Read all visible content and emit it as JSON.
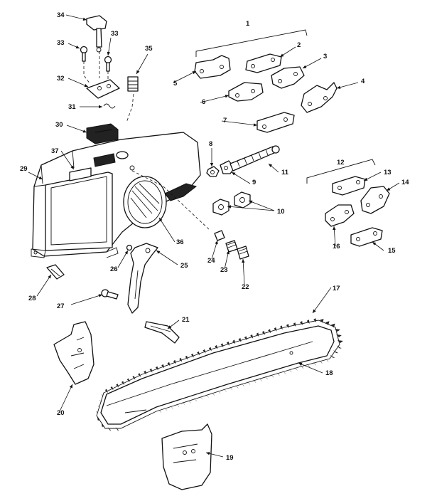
{
  "callouts": [
    {
      "id": "p1",
      "label": "1"
    },
    {
      "id": "p2",
      "label": "2"
    },
    {
      "id": "p3",
      "label": "3"
    },
    {
      "id": "p4",
      "label": "4"
    },
    {
      "id": "p5",
      "label": "5"
    },
    {
      "id": "p6",
      "label": "6"
    },
    {
      "id": "p7",
      "label": "7"
    },
    {
      "id": "p8",
      "label": "8"
    },
    {
      "id": "p9",
      "label": "9"
    },
    {
      "id": "p10",
      "label": "10"
    },
    {
      "id": "p11",
      "label": "11"
    },
    {
      "id": "p12",
      "label": "12"
    },
    {
      "id": "p13",
      "label": "13"
    },
    {
      "id": "p14",
      "label": "14"
    },
    {
      "id": "p15",
      "label": "15"
    },
    {
      "id": "p16",
      "label": "16"
    },
    {
      "id": "p17",
      "label": "17"
    },
    {
      "id": "p18",
      "label": "18"
    },
    {
      "id": "p19",
      "label": "19"
    },
    {
      "id": "p20",
      "label": "20"
    },
    {
      "id": "p21",
      "label": "21"
    },
    {
      "id": "p22",
      "label": "22"
    },
    {
      "id": "p23",
      "label": "23"
    },
    {
      "id": "p24",
      "label": "24"
    },
    {
      "id": "p25",
      "label": "25"
    },
    {
      "id": "p26",
      "label": "26"
    },
    {
      "id": "p27",
      "label": "27"
    },
    {
      "id": "p28",
      "label": "28"
    },
    {
      "id": "p29",
      "label": "29"
    },
    {
      "id": "p30",
      "label": "30"
    },
    {
      "id": "p31",
      "label": "31"
    },
    {
      "id": "p32",
      "label": "32"
    },
    {
      "id": "p33a",
      "label": "33"
    },
    {
      "id": "p33b",
      "label": "33"
    },
    {
      "id": "p34",
      "label": "34"
    },
    {
      "id": "p35",
      "label": "35"
    },
    {
      "id": "p36",
      "label": "36"
    },
    {
      "id": "p37",
      "label": "37"
    }
  ]
}
